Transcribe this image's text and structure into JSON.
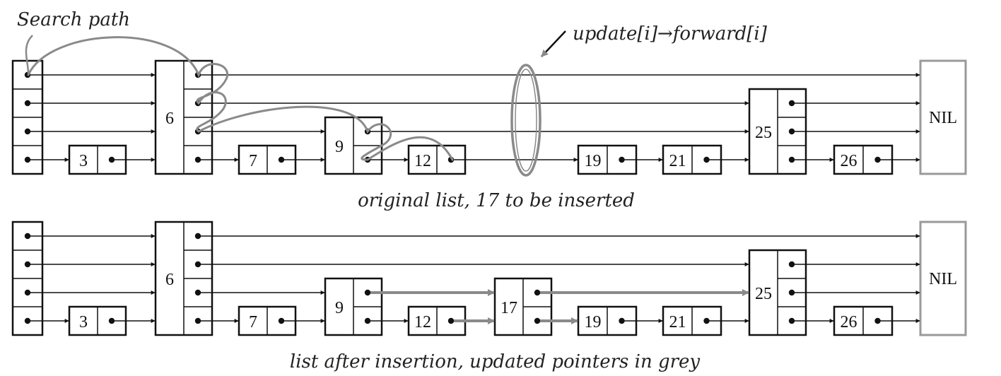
{
  "annotations": {
    "search_path": "Search path",
    "update_forward": "update[i]→forward[i]"
  },
  "top": {
    "caption": "original list, 17 to be inserted",
    "nodes": [
      {
        "key": "",
        "levels": 4,
        "header": true
      },
      {
        "key": "3",
        "levels": 1
      },
      {
        "key": "6",
        "levels": 4
      },
      {
        "key": "7",
        "levels": 1
      },
      {
        "key": "9",
        "levels": 2
      },
      {
        "key": "12",
        "levels": 1
      },
      {
        "key": "19",
        "levels": 1
      },
      {
        "key": "21",
        "levels": 1
      },
      {
        "key": "25",
        "levels": 3
      },
      {
        "key": "26",
        "levels": 1
      },
      {
        "key": "NIL",
        "levels": 4,
        "nil": true
      }
    ]
  },
  "bottom": {
    "caption": "list after insertion, updated pointers in grey",
    "nodes": [
      {
        "key": "",
        "levels": 4,
        "header": true
      },
      {
        "key": "3",
        "levels": 1
      },
      {
        "key": "6",
        "levels": 4
      },
      {
        "key": "7",
        "levels": 1
      },
      {
        "key": "9",
        "levels": 2
      },
      {
        "key": "12",
        "levels": 1
      },
      {
        "key": "17",
        "levels": 2
      },
      {
        "key": "19",
        "levels": 1
      },
      {
        "key": "21",
        "levels": 1
      },
      {
        "key": "25",
        "levels": 3
      },
      {
        "key": "26",
        "levels": 1
      },
      {
        "key": "NIL",
        "levels": 4,
        "nil": true
      }
    ]
  },
  "colors": {
    "ink": "#111111",
    "grey": "#8a8a8a",
    "nil_border": "#9a9a9a"
  }
}
